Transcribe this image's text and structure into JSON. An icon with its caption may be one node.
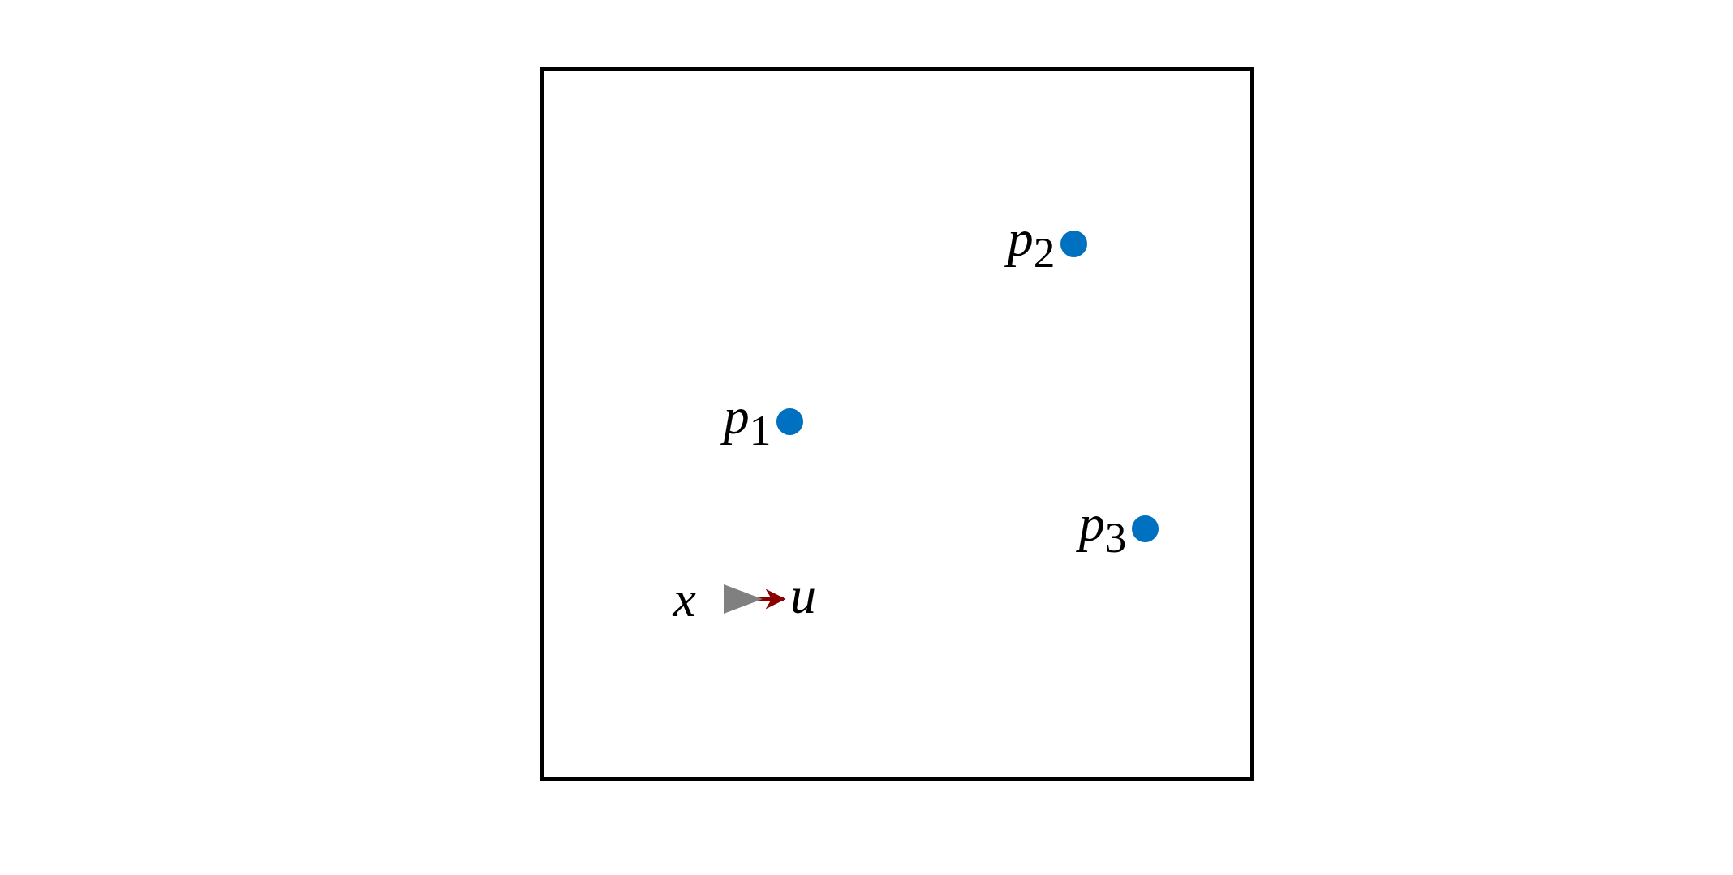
{
  "diagram": {
    "nodes": [
      {
        "text": [],
        "shape": "circle",
        "beside": [
          "*p*$_{1}$"
        ]
      },
      {
        "text": [],
        "shape": "circle",
        "beside": [
          "*p*$_{2}$"
        ]
      },
      {
        "text": [],
        "shape": "circle",
        "beside": [
          "*p*$_{3}$"
        ]
      },
      {
        "text": [],
        "shape": "triangle",
        "beside": [
          "x"
        ]
      }
    ],
    "labels": [
      "u"
    ]
  }
}
